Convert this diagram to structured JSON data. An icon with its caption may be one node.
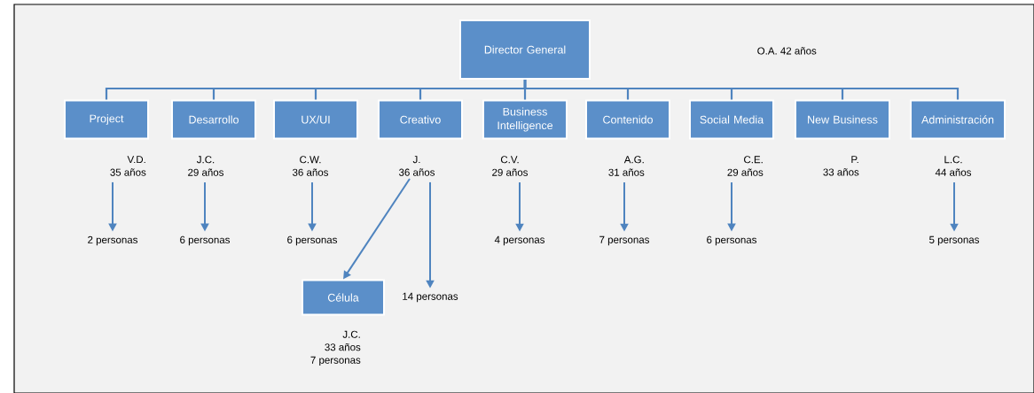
{
  "diagram": {
    "nodes": [
      {
        "text": [
          "Director General"
        ]
      },
      {
        "text": [
          "Project"
        ]
      },
      {
        "text": [
          "Desarrollo"
        ]
      },
      {
        "text": [
          "UX/UI"
        ]
      },
      {
        "text": [
          "Creativo"
        ]
      },
      {
        "text": [
          "Business Intelligence"
        ]
      },
      {
        "text": [
          "Contenido"
        ]
      },
      {
        "text": [
          "Social Media"
        ]
      },
      {
        "text": [
          "New Business"
        ]
      },
      {
        "text": [
          "Administración"
        ]
      },
      {
        "text": [
          "V.D.",
          "35 años"
        ]
      },
      {
        "text": [
          "J.C.",
          "29 años"
        ]
      },
      {
        "text": [
          "C.W.",
          "36 años"
        ]
      },
      {
        "text": [
          "J.",
          "36 años"
        ]
      },
      {
        "text": [
          "C.V.",
          "29 años"
        ]
      },
      {
        "text": [
          "A.G.",
          "31 años"
        ]
      },
      {
        "text": [
          "C.E.",
          "29 años"
        ]
      },
      {
        "text": [
          "L.C.",
          "44 años"
        ]
      },
      {
        "text": [
          "2 personas"
        ]
      },
      {
        "text": [
          "6 personas"
        ]
      },
      {
        "text": [
          "6 personas"
        ]
      },
      {
        "text": [
          "4 personas"
        ]
      },
      {
        "text": [
          "7 personas"
        ]
      },
      {
        "text": [
          "6 personas"
        ]
      },
      {
        "text": [
          "5 personas"
        ]
      },
      {
        "text": [
          "Célula"
        ],
        "beside": [
          "J.C.",
          "33 años",
          "7 personas"
        ]
      },
      {
        "text": [
          "14 personas"
        ]
      }
    ],
    "edges": [
      {
        "from": 0,
        "to": 1,
        "arrow": "none"
      },
      {
        "from": 0,
        "to": 2,
        "arrow": "none"
      },
      {
        "from": 0,
        "to": 3,
        "arrow": "none"
      },
      {
        "from": 0,
        "to": 4,
        "arrow": "none"
      },
      {
        "from": 0,
        "to": 5,
        "arrow": "none"
      },
      {
        "from": 0,
        "to": 6,
        "arrow": "none"
      },
      {
        "from": 0,
        "to": 7,
        "arrow": "none"
      },
      {
        "from": 0,
        "to": 8,
        "arrow": "none"
      },
      {
        "from": 0,
        "to": 9,
        "arrow": "none"
      },
      {
        "from": 10,
        "to": 18,
        "arrow": "to"
      },
      {
        "from": 11,
        "to": 19,
        "arrow": "to"
      },
      {
        "from": 12,
        "to": 20,
        "arrow": "to"
      },
      {
        "from": 13,
        "to": 25,
        "arrow": "to"
      },
      {
        "from": 13,
        "to": 26,
        "arrow": "to"
      },
      {
        "from": 14,
        "to": 21,
        "arrow": "to"
      },
      {
        "from": 15,
        "to": 22,
        "arrow": "to"
      },
      {
        "from": 16,
        "to": 23,
        "arrow": "to"
      },
      {
        "from": 17,
        "to": 24,
        "arrow": "to"
      }
    ],
    "labels": [
      "O.A. 42 años",
      "P.",
      "33 años"
    ]
  }
}
